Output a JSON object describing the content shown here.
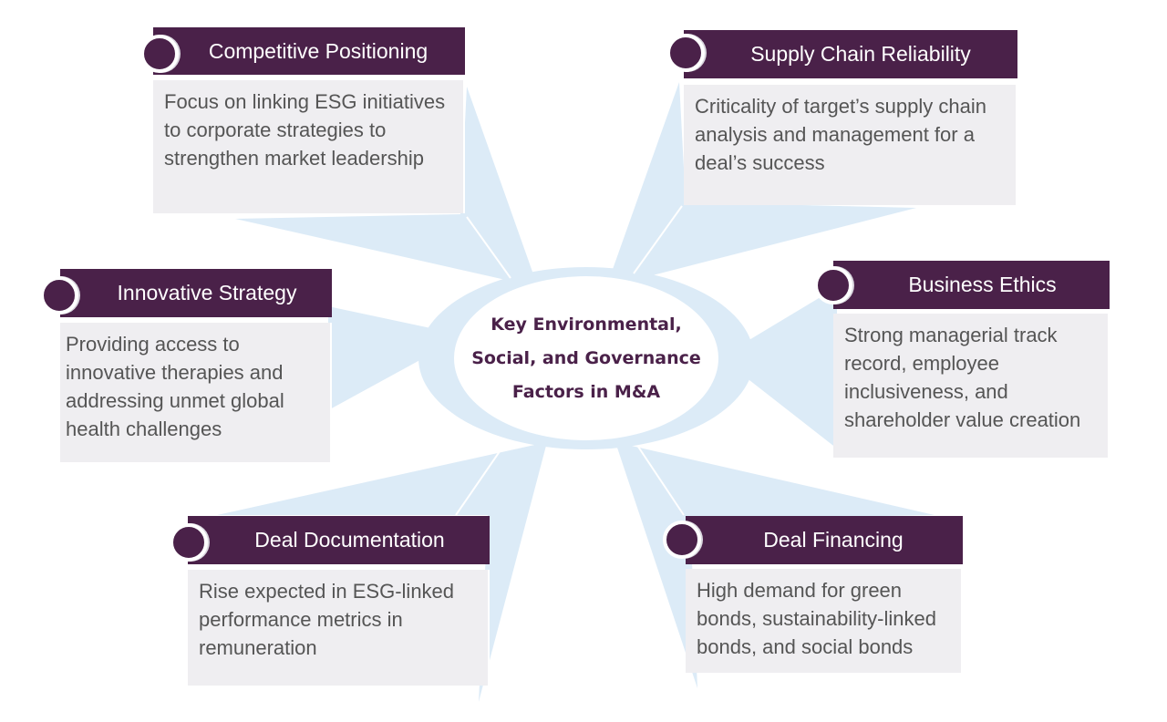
{
  "hub": {
    "title": "Key Environmental, Social, and Governance Factors in M&A"
  },
  "factors": [
    {
      "title": "Competitive Positioning",
      "description": "Focus on linking ESG initiatives to corporate strategies to strengthen market leadership"
    },
    {
      "title": "Supply Chain Reliability",
      "description": "Criticality of target’s supply chain analysis and management for a deal’s success"
    },
    {
      "title": "Innovative Strategy",
      "description": "Providing access to innovative therapies and addressing unmet global health challenges"
    },
    {
      "title": "Business Ethics",
      "description": "Strong managerial track record, employee inclusiveness, and shareholder value creation"
    },
    {
      "title": "Deal Documentation",
      "description": "Rise expected in ESG-linked performance metrics in remuneration"
    },
    {
      "title": "Deal Financing",
      "description": "High demand for green bonds, sustainability-linked bonds, and social bonds"
    }
  ],
  "colors": {
    "header": "#4a2149",
    "card_body": "#efeef1",
    "ray": "#dcebf7",
    "hub_text": "#4a2149"
  }
}
